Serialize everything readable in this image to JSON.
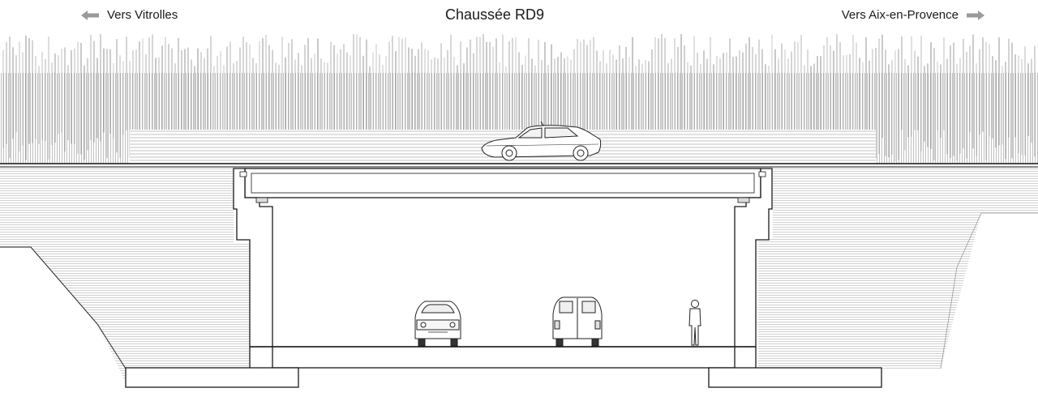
{
  "title": "Chaussée RD9",
  "left_direction": "Vers Vitrolles",
  "right_direction": "Vers Aix-en-Provence",
  "icons": {
    "left_arrow": "arrow-left-icon",
    "right_arrow": "arrow-right-icon"
  },
  "colors": {
    "line": "#1a1a1a",
    "hatch": "#9a9a9a",
    "grass": "#6e6e6e",
    "arrow": "#9a9a9a"
  }
}
